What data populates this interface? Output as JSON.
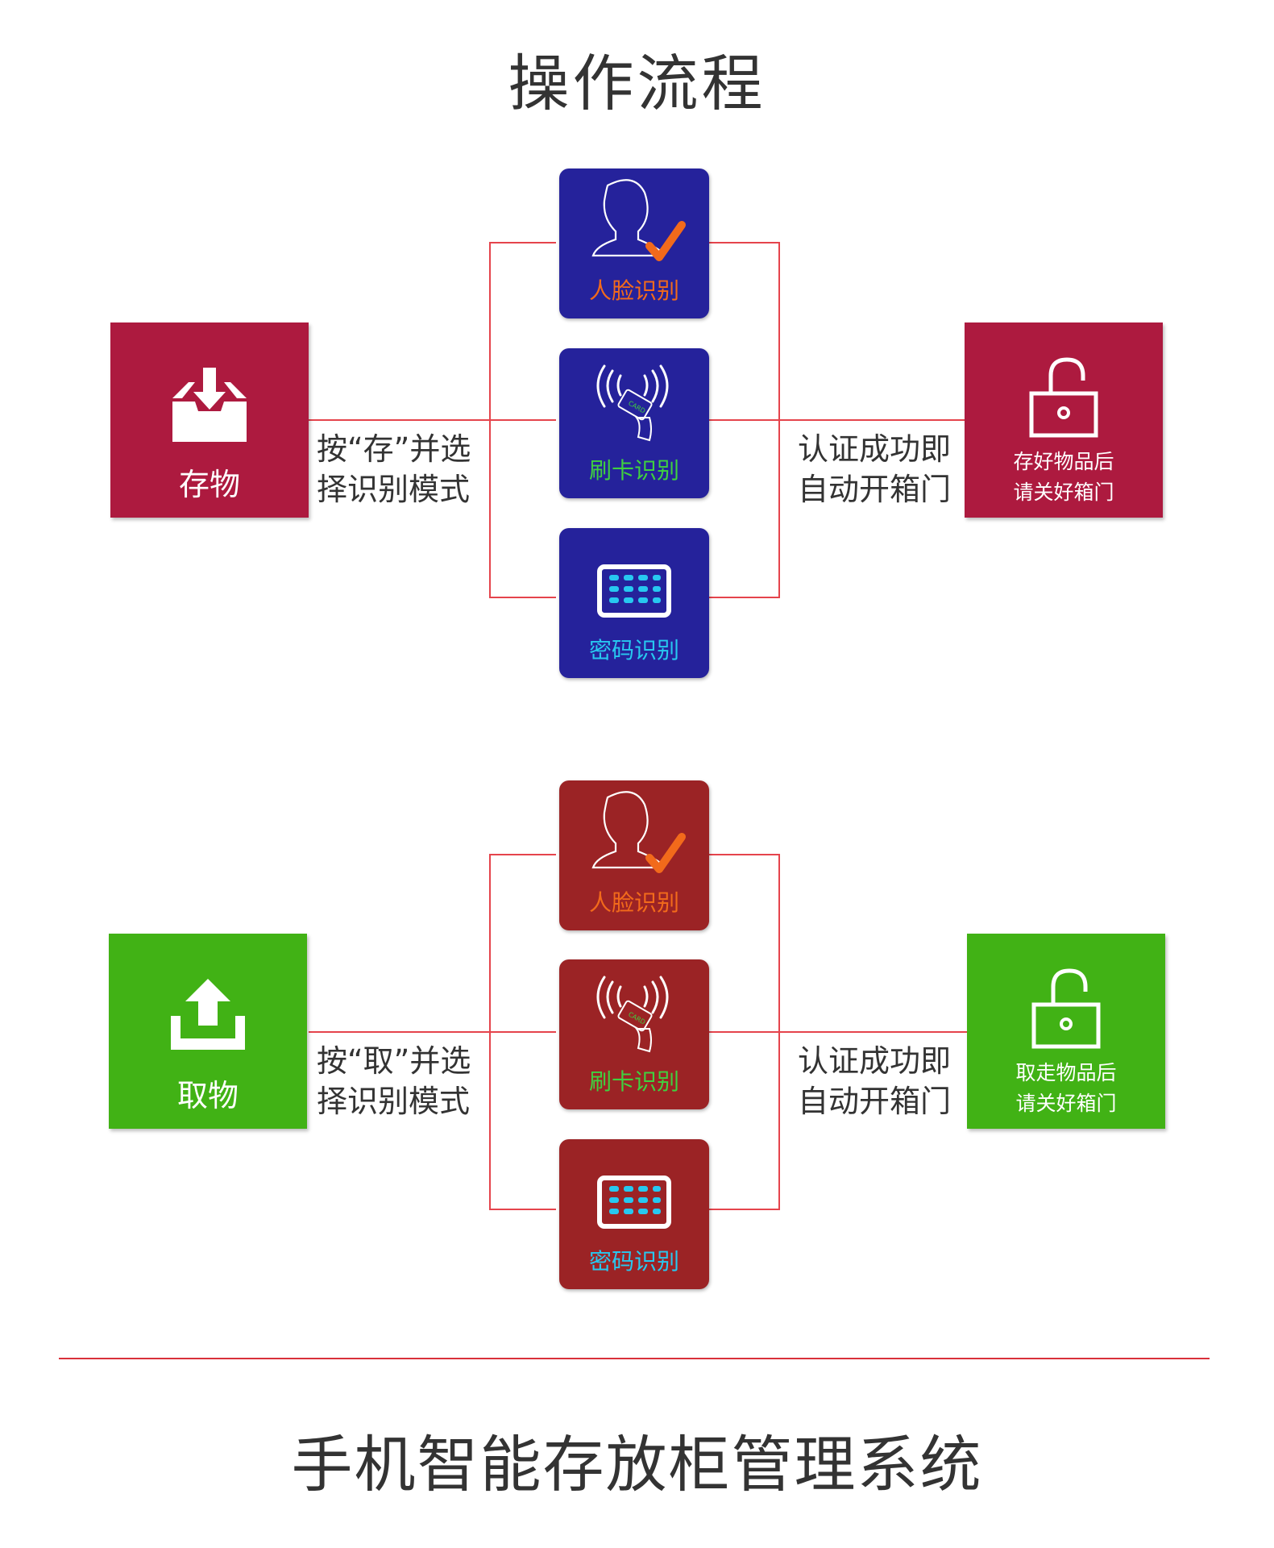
{
  "header": {
    "title": "操作流程"
  },
  "store_flow": {
    "start_label": "存物",
    "instruction_line1": "按“存”并选",
    "instruction_line2": "择识别模式",
    "modes": [
      {
        "label": "人脸识别",
        "icon": "face-check-icon",
        "label_color": "#f26a1b"
      },
      {
        "label": "刷卡识别",
        "icon": "card-swipe-icon",
        "label_color": "#3fd13f"
      },
      {
        "label": "密码识别",
        "icon": "keypad-icon",
        "label_color": "#27c8f0"
      }
    ],
    "result_line1": "认证成功即",
    "result_line2": "自动开箱门",
    "end_line1": "存好物品后",
    "end_line2": "请关好箱门"
  },
  "retrieve_flow": {
    "start_label": "取物",
    "instruction_line1": "按“取”并选",
    "instruction_line2": "择识别模式",
    "modes": [
      {
        "label": "人脸识别",
        "icon": "face-check-icon",
        "label_color": "#f26a1b"
      },
      {
        "label": "刷卡识别",
        "icon": "card-swipe-icon",
        "label_color": "#3fd13f"
      },
      {
        "label": "密码识别",
        "icon": "keypad-icon",
        "label_color": "#27c8f0"
      }
    ],
    "result_line1": "认证成功即",
    "result_line2": "自动开箱门",
    "end_line1": "取走物品后",
    "end_line2": "请关好箱门"
  },
  "footer": {
    "title": "手机智能存放柜管理系统"
  },
  "colors": {
    "store_box": "#ad1a3f",
    "retrieve_box": "#41b215",
    "store_mode_bg": "#25229b",
    "retrieve_mode_bg": "#9b2325",
    "connector": "#e5444c"
  }
}
